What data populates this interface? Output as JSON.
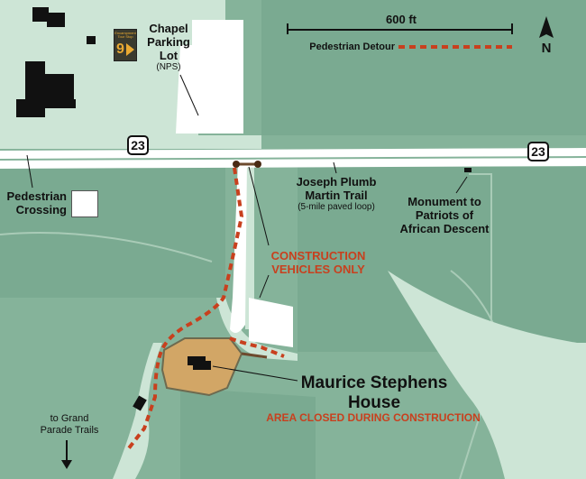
{
  "scale": {
    "label": "600 ft"
  },
  "north": {
    "label": "N"
  },
  "legend": {
    "label": "Pedestrian Detour",
    "color": "#c8401e"
  },
  "route": {
    "number": "23"
  },
  "tour_stop": {
    "title": "Encampment Tour Stop",
    "number": "9"
  },
  "places": {
    "chapel_parking": {
      "name_line1": "Chapel",
      "name_line2": "Parking",
      "name_line3": "Lot",
      "note": "(NPS)"
    },
    "pedestrian_crossing": {
      "line1": "Pedestrian",
      "line2": "Crossing"
    },
    "trail": {
      "line1": "Joseph Plumb",
      "line2": "Martin Trail",
      "note": "(5-mile paved loop)"
    },
    "monument": {
      "line1": "Monument to",
      "line2": "Patriots of",
      "line3": "African Descent"
    },
    "construction": {
      "line1": "CONSTRUCTION",
      "line2": "VEHICLES ONLY"
    },
    "house": {
      "line1": "Maurice Stephens",
      "line2": "House",
      "note": "AREA CLOSED DURING CONSTRUCTION"
    },
    "grand_parade": {
      "line1": "to Grand",
      "line2": "Parade Trails"
    }
  },
  "colors": {
    "land": "#85b39a",
    "trail": "#cde5d6",
    "building": "#111111",
    "closed_area": "#d2a666",
    "detour": "#c8401e"
  }
}
